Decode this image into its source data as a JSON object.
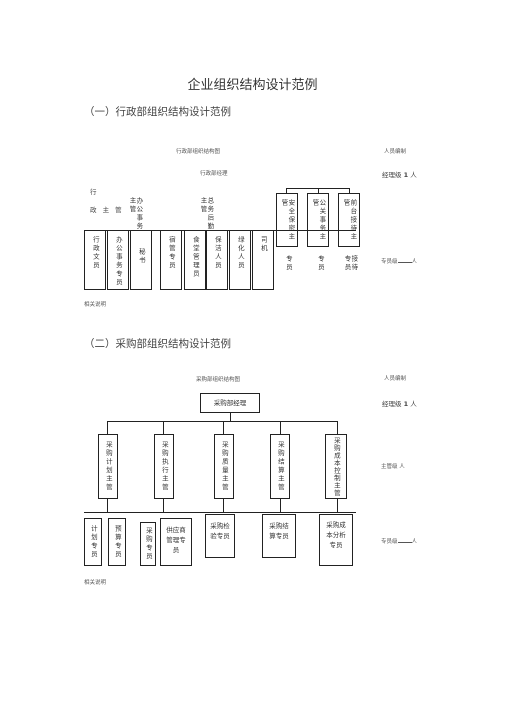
{
  "doc_title": "企业组织结构设计范例",
  "sec1": {
    "title": "（一）行政部组织结构设计范例",
    "chart_caption": "行政部组织结构图",
    "staffing_header": "人员编制",
    "manager": "行政部经理",
    "manager_count_prefix": "经理级",
    "manager_count_num": "1",
    "manager_count_suffix": "人",
    "admin_supervisor": "行政主管",
    "office_supervisor": "办公事务主管",
    "logistics_supervisor": "总务后勤主管",
    "safety_supervisor": "安全保密主管",
    "pr_supervisor": "公关事务主管",
    "reception_supervisor": "前台接待主管",
    "staff": [
      "行政文员",
      "办公事务专员",
      "秘书",
      "宿管专员",
      "食堂管理员",
      "保洁人员",
      "绿化人员",
      "司机"
    ],
    "safety_staff": "专员",
    "pr_staff": "专员",
    "reception_staff": "接待专员",
    "staff_count_label": "专员级",
    "staff_count_suffix": "人",
    "notes": "相关说明"
  },
  "sec2": {
    "title": "（二）采购部组织结构设计范例",
    "chart_caption": "采购部组织结构图",
    "staffing_header": "人员编制",
    "manager": "采购部经理",
    "manager_count_prefix": "经理级",
    "manager_count_num": "1",
    "manager_count_suffix": "人",
    "supervisors": [
      "采购计划主管",
      "采购执行主管",
      "采购质量主管",
      "采购结算主管",
      "采购成本控制主管"
    ],
    "supervisor_count_label": "主管级",
    "supervisor_count_suffix": "人",
    "staff_v": [
      "计划专员",
      "预算专员",
      "采购专员"
    ],
    "staff_h": [
      "供应商管理专员",
      "采购检验专员",
      "采购结算专员",
      "采购成本分析专员"
    ],
    "staff_count_label": "专员级",
    "staff_count_suffix": "人",
    "notes": "相关说明"
  }
}
